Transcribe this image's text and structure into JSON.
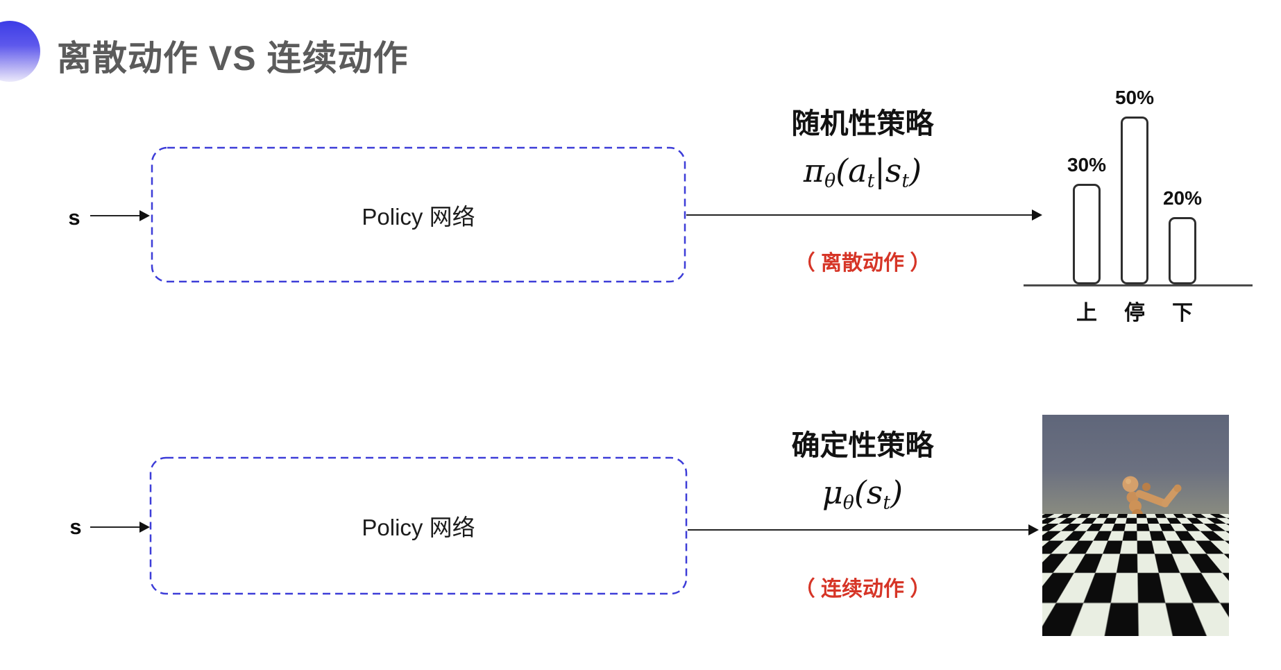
{
  "slide": {
    "title": "离散动作 VS 连续动作"
  },
  "discrete_flow": {
    "input_label": "s",
    "box_label": "Policy 网络",
    "policy_type": "随机性策略",
    "formula": {
      "main": [
        "π",
        "(a",
        "|s",
        ")"
      ],
      "subs": [
        "θ",
        "t",
        "t"
      ]
    },
    "action_note": "（ 离散动作 ）"
  },
  "continuous_flow": {
    "input_label": "s",
    "box_label": "Policy 网络",
    "policy_type": "确定性策略",
    "formula": {
      "main": [
        "μ",
        "(s",
        ")"
      ],
      "subs": [
        "θ",
        "t"
      ]
    },
    "action_note": "（ 连续动作 ）"
  },
  "chart_data": {
    "type": "bar",
    "categories": [
      "上",
      "停",
      "下"
    ],
    "values": [
      30,
      50,
      20
    ],
    "value_labels": [
      "30%",
      "50%",
      "20%"
    ],
    "title": "",
    "xlabel": "",
    "ylabel": "",
    "ylim": [
      0,
      55
    ],
    "grid": false,
    "legend": false,
    "style": "outlined-white-rounded-bars"
  },
  "colors": {
    "accent_blue": "#3d3dd8",
    "title_gray": "#5b5b5b",
    "note_red": "#d63527",
    "text_black": "#111111",
    "bar_border": "#2e2e2e"
  }
}
